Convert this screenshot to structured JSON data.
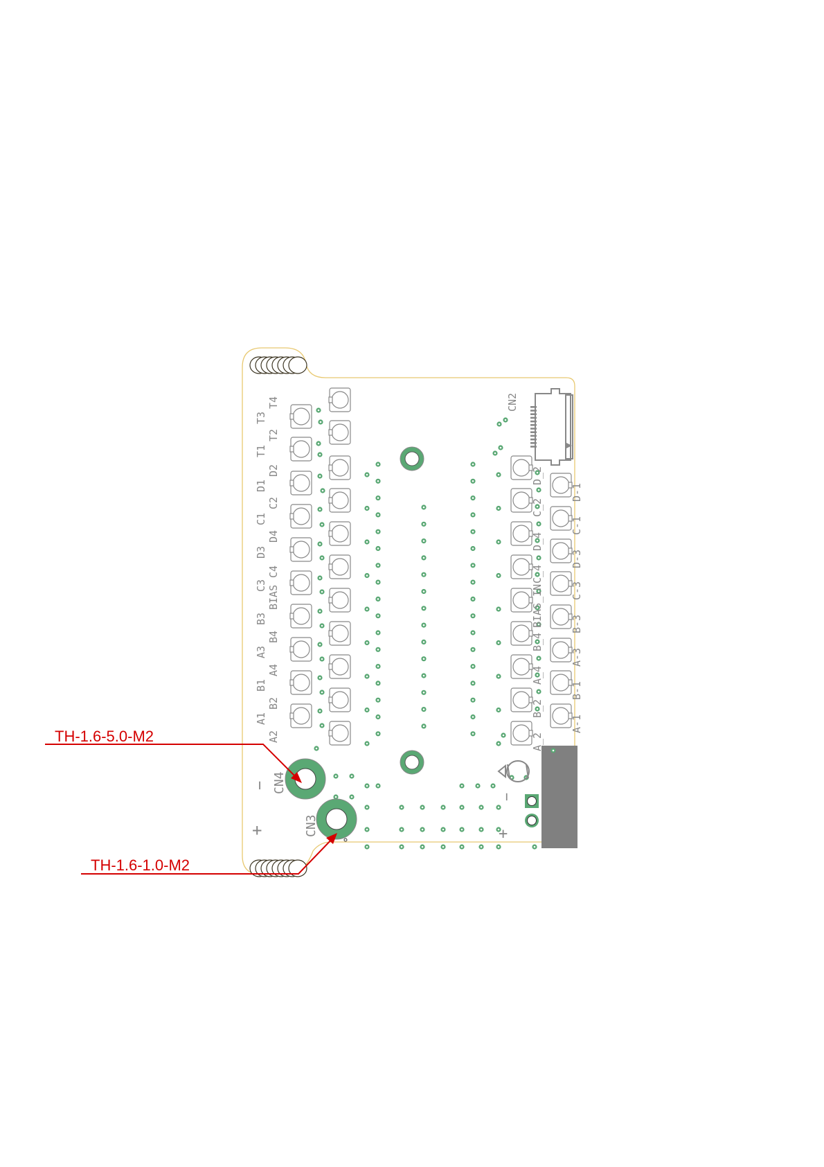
{
  "colors": {
    "outline": "#e8c870",
    "pad": "#5aa874",
    "silk": "#888888",
    "annotation": "#d40000",
    "block": "#808080"
  },
  "annotations": [
    {
      "label": "TH-1.6-5.0-M2",
      "target": "CN4"
    },
    {
      "label": "TH-1.6-1.0-M2",
      "target": "CN3"
    }
  ],
  "silkscreen": {
    "left_col1": [
      "T3",
      "T1",
      "D1",
      "C1",
      "D3",
      "C3",
      "B3",
      "A3",
      "B1",
      "A1"
    ],
    "left_col2": [
      "T4",
      "T2",
      "D2",
      "C2",
      "D4",
      "C4",
      "BIAS",
      "B4",
      "A4",
      "B2",
      "A2"
    ],
    "right_col1": [
      "D_2",
      "C_2",
      "D_4",
      "C_4",
      "BIAS_IN",
      "B_4",
      "A_4",
      "B_2",
      "A_2"
    ],
    "right_col2": [
      "D-1",
      "C-1",
      "D-3",
      "C-3",
      "B-3",
      "A-3",
      "B-1",
      "A-1"
    ],
    "cn2": "CN2",
    "cn3": "CN3",
    "cn4": "CN4",
    "minus_left": "−",
    "plus_left": "+",
    "minus_right": "−",
    "plus_right": "+"
  }
}
